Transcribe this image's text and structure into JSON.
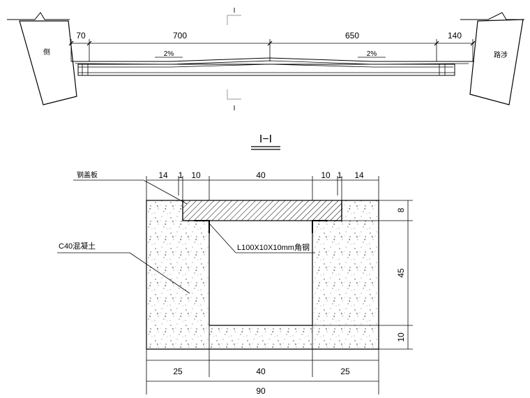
{
  "road": {
    "widths": [
      "70",
      "700",
      "650",
      "140"
    ],
    "slopes": [
      "2%",
      "2%"
    ],
    "cut_markers": [
      "I",
      "I"
    ],
    "side_labels": [
      "侧",
      "路涉"
    ]
  },
  "section": {
    "title": "I−I",
    "top_dims": [
      "14",
      "1",
      "10",
      "40",
      "10",
      "1",
      "14"
    ],
    "right_dims": [
      "8",
      "45",
      "10"
    ],
    "bottom_dims": [
      "25",
      "40",
      "25"
    ],
    "total_width": "90",
    "label_cover": "钢盖板",
    "label_concrete": "C40混凝土",
    "label_angle": "L100X10X10mm角钢"
  }
}
